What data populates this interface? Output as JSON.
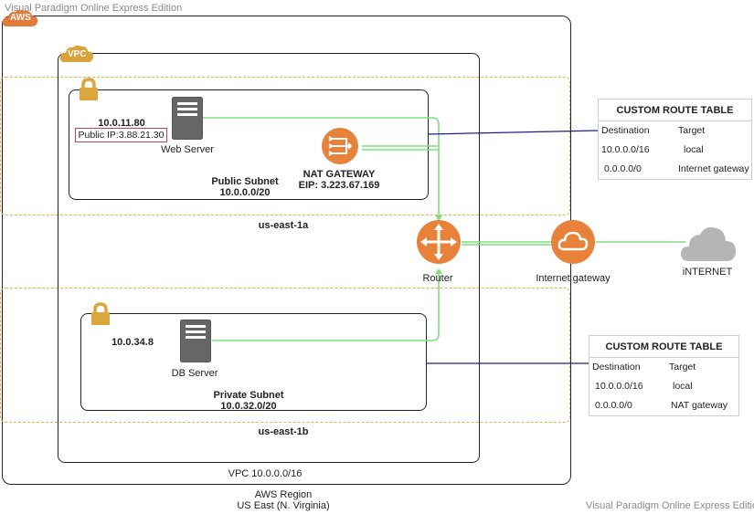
{
  "watermark": {
    "top": "Visual Paradigm Online Express Edition",
    "bottom": "Visual Paradigm Online Express Edition"
  },
  "region": {
    "badge": "AWS",
    "label_line1": "AWS Region",
    "label_line2": "US East (N. Virginia)"
  },
  "vpc": {
    "badge": "VPC",
    "label": "VPC 10.0.0.0/16"
  },
  "zones": [
    {
      "name": "us-east-1a"
    },
    {
      "name": "us-east-1b"
    }
  ],
  "public_subnet": {
    "title": "Public Subnet",
    "cidr": "10.0.0.0/20",
    "web_server": {
      "private_ip": "10.0.11.80",
      "public_ip": "Public IP:3.88.21.30",
      "label": "Web Server"
    },
    "nat_gateway": {
      "title": "NAT GATEWAY",
      "eip": "EIP: 3.223.67.169"
    }
  },
  "private_subnet": {
    "title": "Private Subnet",
    "cidr": "10.0.32.0/20",
    "db_server": {
      "private_ip": "10.0.34.8",
      "label": "DB Server"
    }
  },
  "router": {
    "label": "Router"
  },
  "internet_gateway": {
    "label": "Internet gateway"
  },
  "internet": {
    "label": "iNTERNET"
  },
  "route_tables": [
    {
      "title": "CUSTOM ROUTE TABLE",
      "headers": [
        "Destination",
        "Target"
      ],
      "rows": [
        [
          "10.0.0.0/16",
          "local"
        ],
        [
          "0.0.0.0/0",
          "Internet gateway"
        ]
      ]
    },
    {
      "title": "CUSTOM ROUTE TABLE",
      "headers": [
        "Destination",
        "Target"
      ],
      "rows": [
        [
          "10.0.0.0/16",
          "local"
        ],
        [
          "0.0.0.0/0",
          "NAT gateway"
        ]
      ]
    }
  ],
  "colors": {
    "aws_orange": "#e07b39",
    "vpc_gold": "#d8a33a",
    "lock_gold": "#dba73c",
    "zone_dash": "#e8b04f",
    "server_gray": "#666666",
    "connector_green": "#7ee07e",
    "route_line_blue": "#1f1f8a",
    "internet_gray": "#b5b5b5"
  }
}
